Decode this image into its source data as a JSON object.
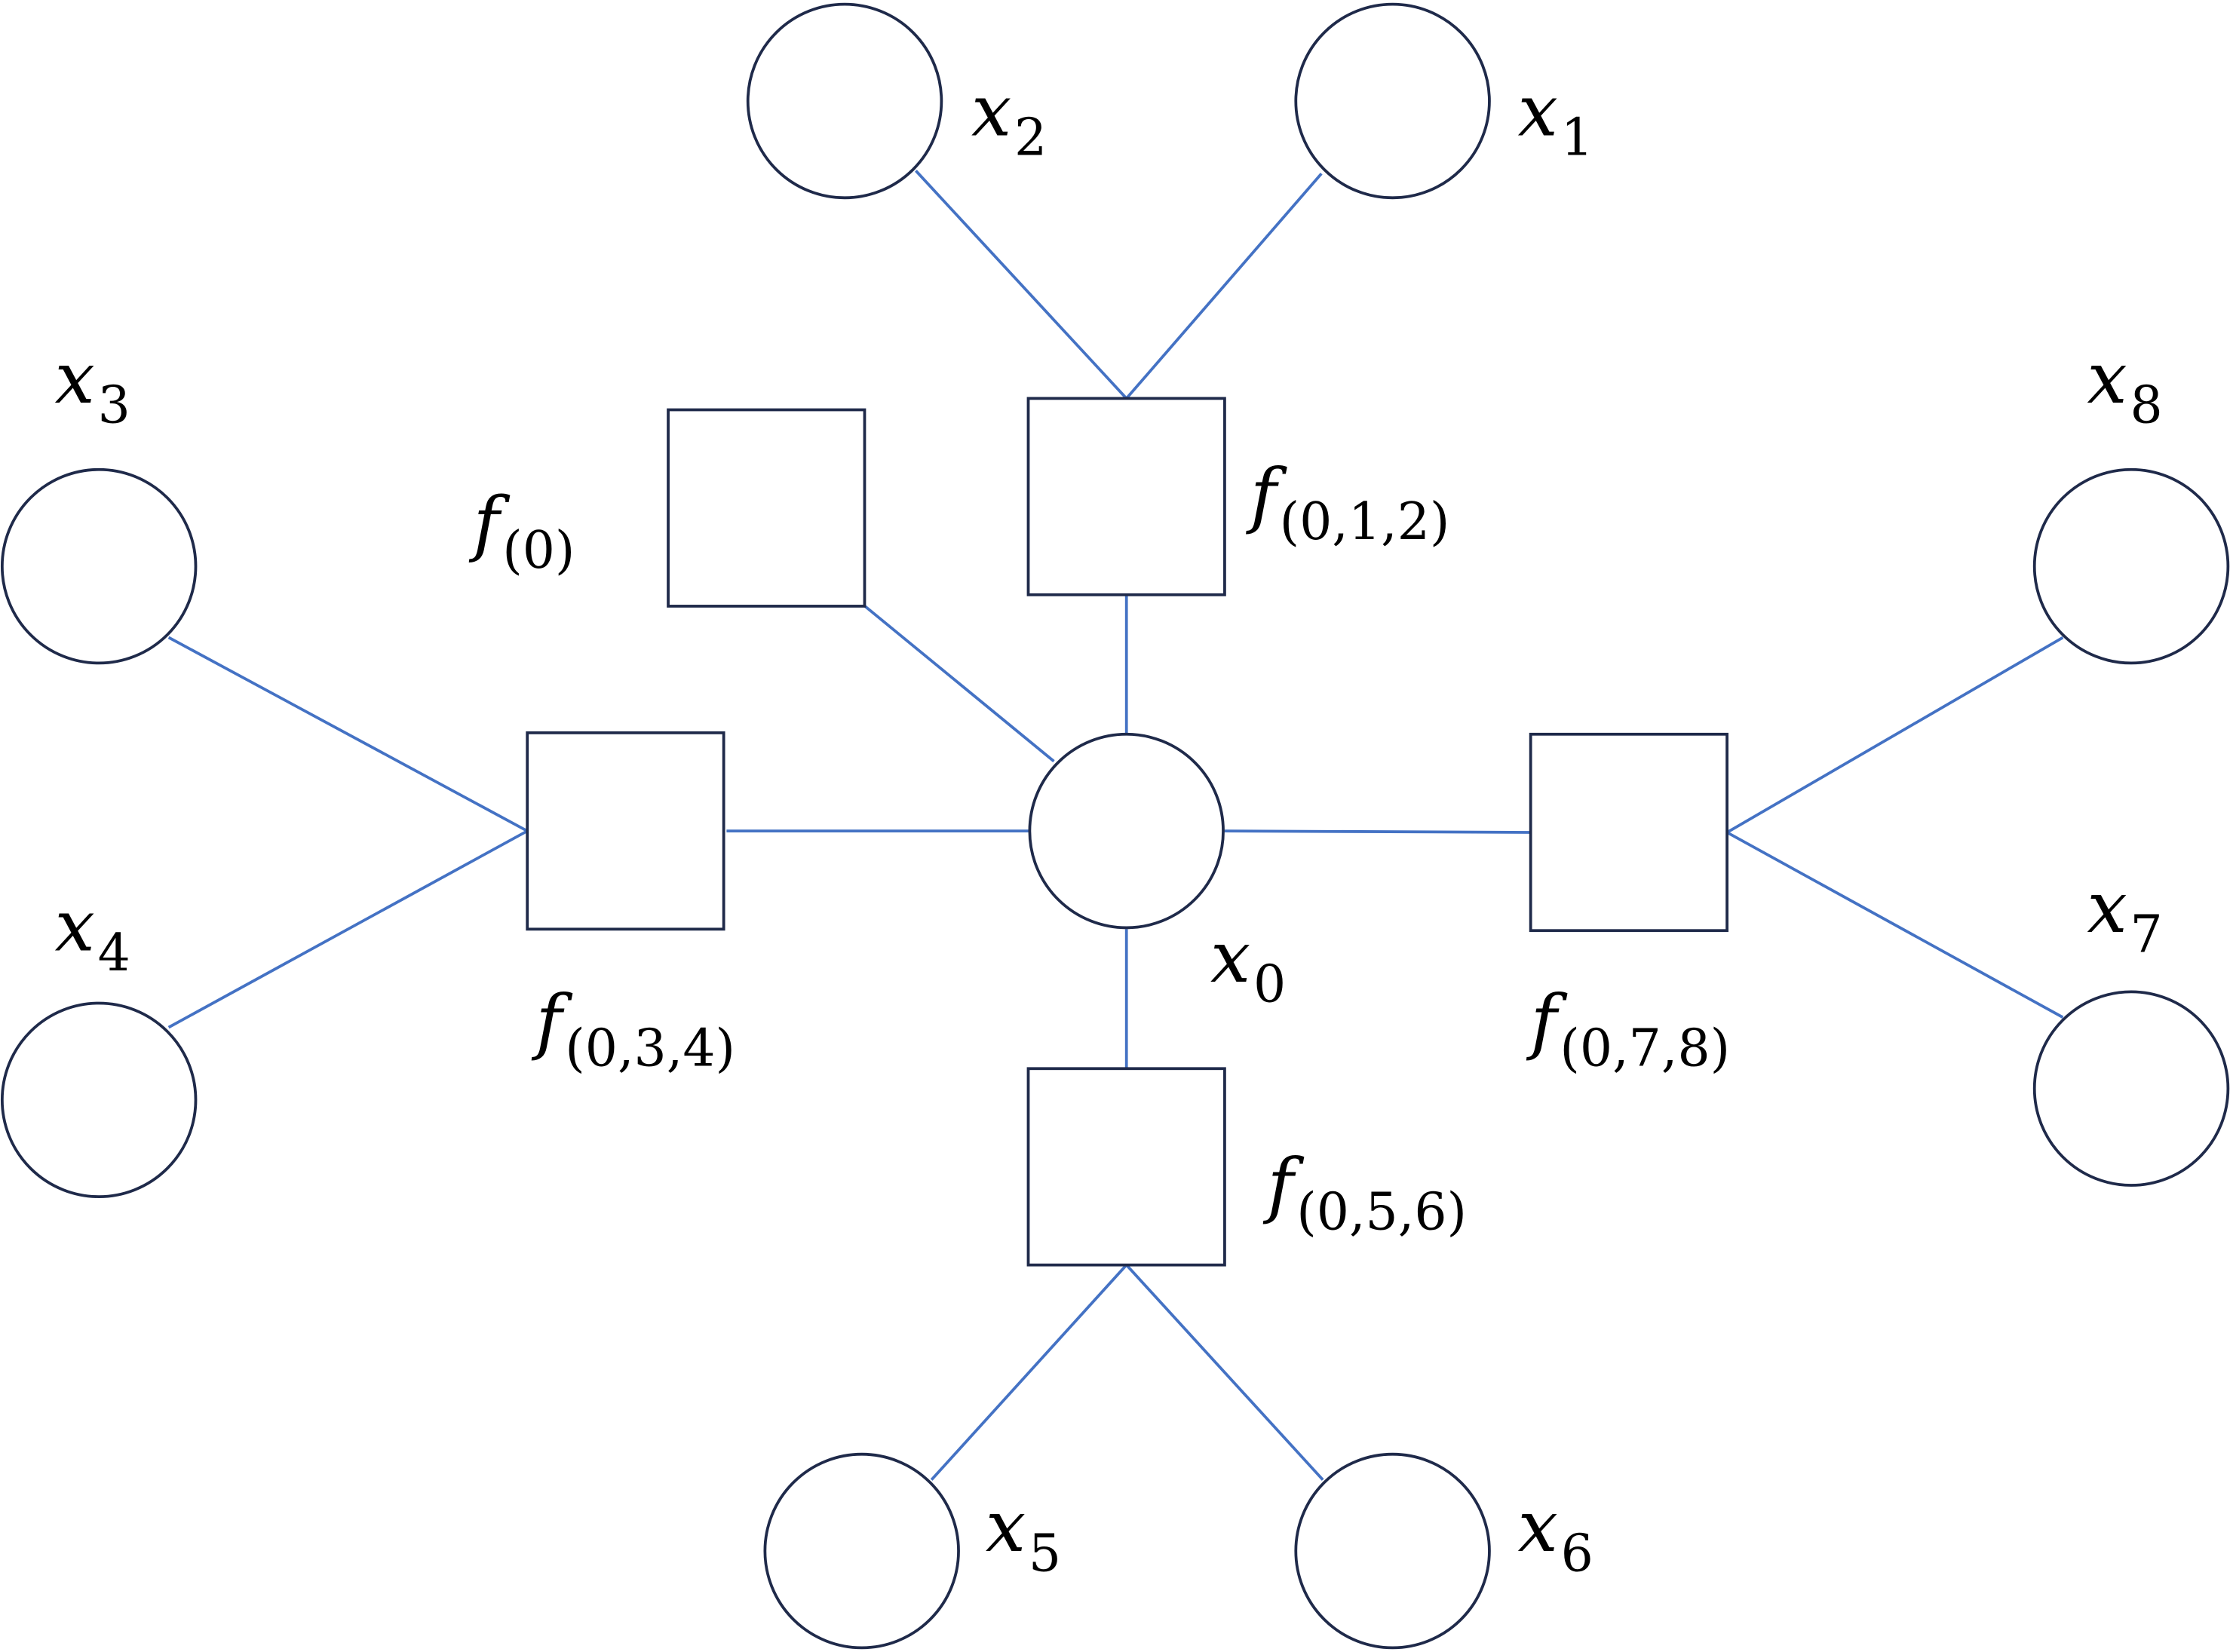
{
  "colors": {
    "node_stroke": "#1f2a4a",
    "edge": "#4472c4"
  },
  "variables": [
    {
      "id": "x0",
      "label": "x",
      "sub": "0"
    },
    {
      "id": "x1",
      "label": "x",
      "sub": "1"
    },
    {
      "id": "x2",
      "label": "x",
      "sub": "2"
    },
    {
      "id": "x3",
      "label": "x",
      "sub": "3"
    },
    {
      "id": "x4",
      "label": "x",
      "sub": "4"
    },
    {
      "id": "x5",
      "label": "x",
      "sub": "5"
    },
    {
      "id": "x6",
      "label": "x",
      "sub": "6"
    },
    {
      "id": "x7",
      "label": "x",
      "sub": "7"
    },
    {
      "id": "x8",
      "label": "x",
      "sub": "8"
    }
  ],
  "factors": [
    {
      "id": "f0",
      "label": "f",
      "sub": "(0)",
      "connects": [
        "x0"
      ]
    },
    {
      "id": "f012",
      "label": "f",
      "sub": "(0,1,2)",
      "connects": [
        "x0",
        "x1",
        "x2"
      ]
    },
    {
      "id": "f034",
      "label": "f",
      "sub": "(0,3,4)",
      "connects": [
        "x0",
        "x3",
        "x4"
      ]
    },
    {
      "id": "f056",
      "label": "f",
      "sub": "(0,5,6)",
      "connects": [
        "x0",
        "x5",
        "x6"
      ]
    },
    {
      "id": "f078",
      "label": "f",
      "sub": "(0,7,8)",
      "connects": [
        "x0",
        "x7",
        "x8"
      ]
    }
  ]
}
